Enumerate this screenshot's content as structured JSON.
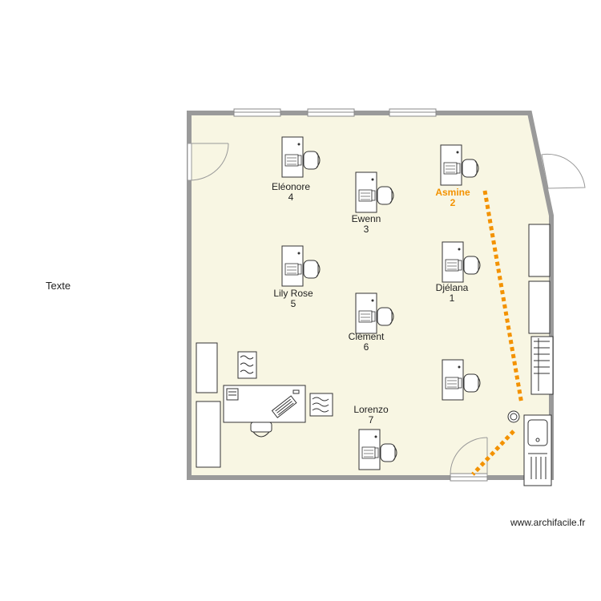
{
  "free_text": "Texte",
  "credit": "www.archifacile.fr",
  "colors": {
    "floor": "#f8f6e3",
    "wall": "#9a9a9a",
    "highlight": "#f39200",
    "furniture_line": "#333333"
  },
  "students": [
    {
      "name": "Eléonore",
      "number": "4",
      "highlight": false
    },
    {
      "name": "Asmine",
      "number": "2",
      "highlight": true
    },
    {
      "name": "Ewenn",
      "number": "3",
      "highlight": false
    },
    {
      "name": "Lily Rose",
      "number": "5",
      "highlight": false
    },
    {
      "name": "Djélana",
      "number": "1",
      "highlight": false
    },
    {
      "name": "Clément",
      "number": "6",
      "highlight": false
    },
    {
      "name": "Lorenzo",
      "number": "7",
      "highlight": false
    }
  ]
}
